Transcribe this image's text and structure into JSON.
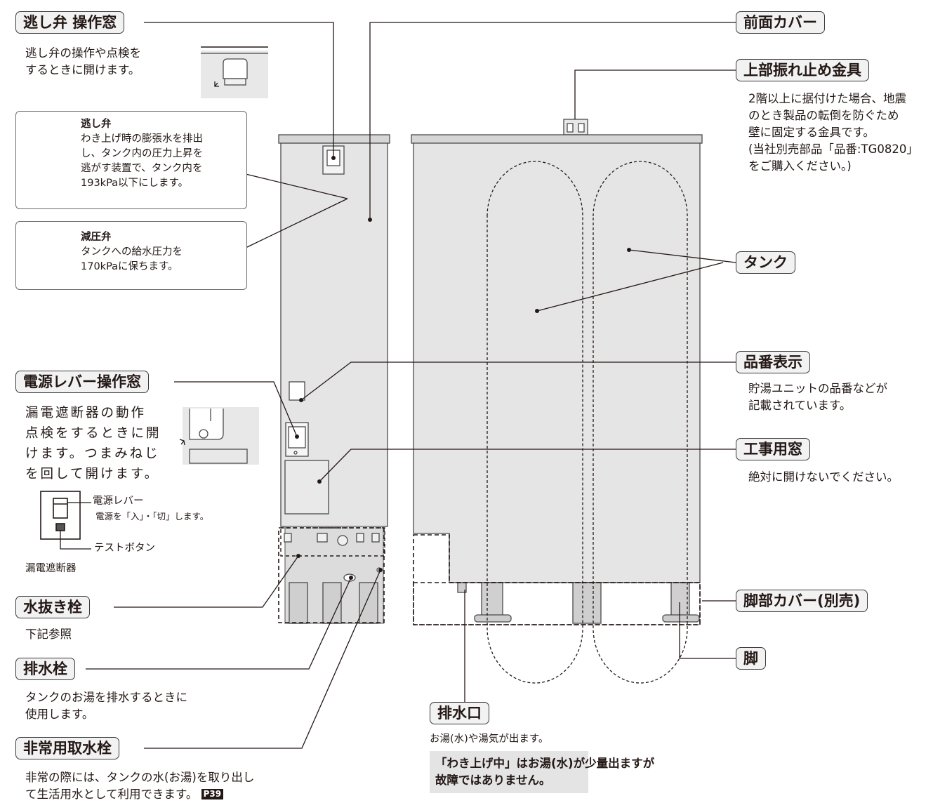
{
  "labels": {
    "relief_window": "逃し弁 操作窓",
    "front_cover": "前面カバー",
    "top_bracket": "上部振れ止め金具",
    "tank": "タンク",
    "model_display": "品番表示",
    "work_window": "工事用窓",
    "power_lever_window": "電源レバー操作窓",
    "drain_plug": "水抜き栓",
    "drain_valve": "排水栓",
    "emergency_tap": "非常用取水栓",
    "leg_cover": "脚部カバー(別売)",
    "leg": "脚",
    "drain_outlet": "排水口"
  },
  "descriptions": {
    "relief_window": [
      "逃し弁の操作や点検を",
      "するときに開けます。"
    ],
    "relief_valve_title": "逃し弁",
    "relief_valve": [
      "わき上げ時の膨張水を排出",
      "し、タンク内の圧力上昇を",
      "逃がす装置で、タンク内を",
      "193kPa以下にします。"
    ],
    "reducing_valve_title": "減圧弁",
    "reducing_valve": [
      "タンクへの給水圧力を",
      "170kPaに保ちます。"
    ],
    "top_bracket": [
      "2階以上に据付けた場合、地震",
      "のとき製品の転倒を防ぐため",
      "壁に固定する金具です。",
      "(当社別売部品「品番:TG0820」",
      "をご購入ください。)"
    ],
    "model_display": [
      "貯湯ユニットの品番などが",
      "記載されています。"
    ],
    "work_window": "絶対に開けないでください。",
    "power_lever_window": [
      "漏電遮断器の動作",
      "点検をするときに開",
      "けます。つまみねじ",
      "を回して開けます。"
    ],
    "power_lever": "電源レバー",
    "power_lever_sub": "電源を「入」・「切」します。",
    "test_button": "テストボタン",
    "breaker": "漏電遮断器",
    "drain_plug": "下記参照",
    "drain_valve": [
      "タンクのお湯を排水するときに",
      "使用します。"
    ],
    "emergency_tap_line1": "非常の際には、タンクの水(お湯)を取り出し",
    "emergency_tap_line2": "て生活用水として利用できます。",
    "page_ref": "P39",
    "drain_outlet": "お湯(水)や湯気が出ます。",
    "drain_note": [
      "「わき上げ中」はお湯(水)が少量出ますが",
      "故障ではありません。"
    ]
  },
  "colors": {
    "body": "#e5e5e5",
    "label_bg": "#f2f2f2",
    "line": "#231815",
    "note_bg": "#e4e4e4"
  }
}
